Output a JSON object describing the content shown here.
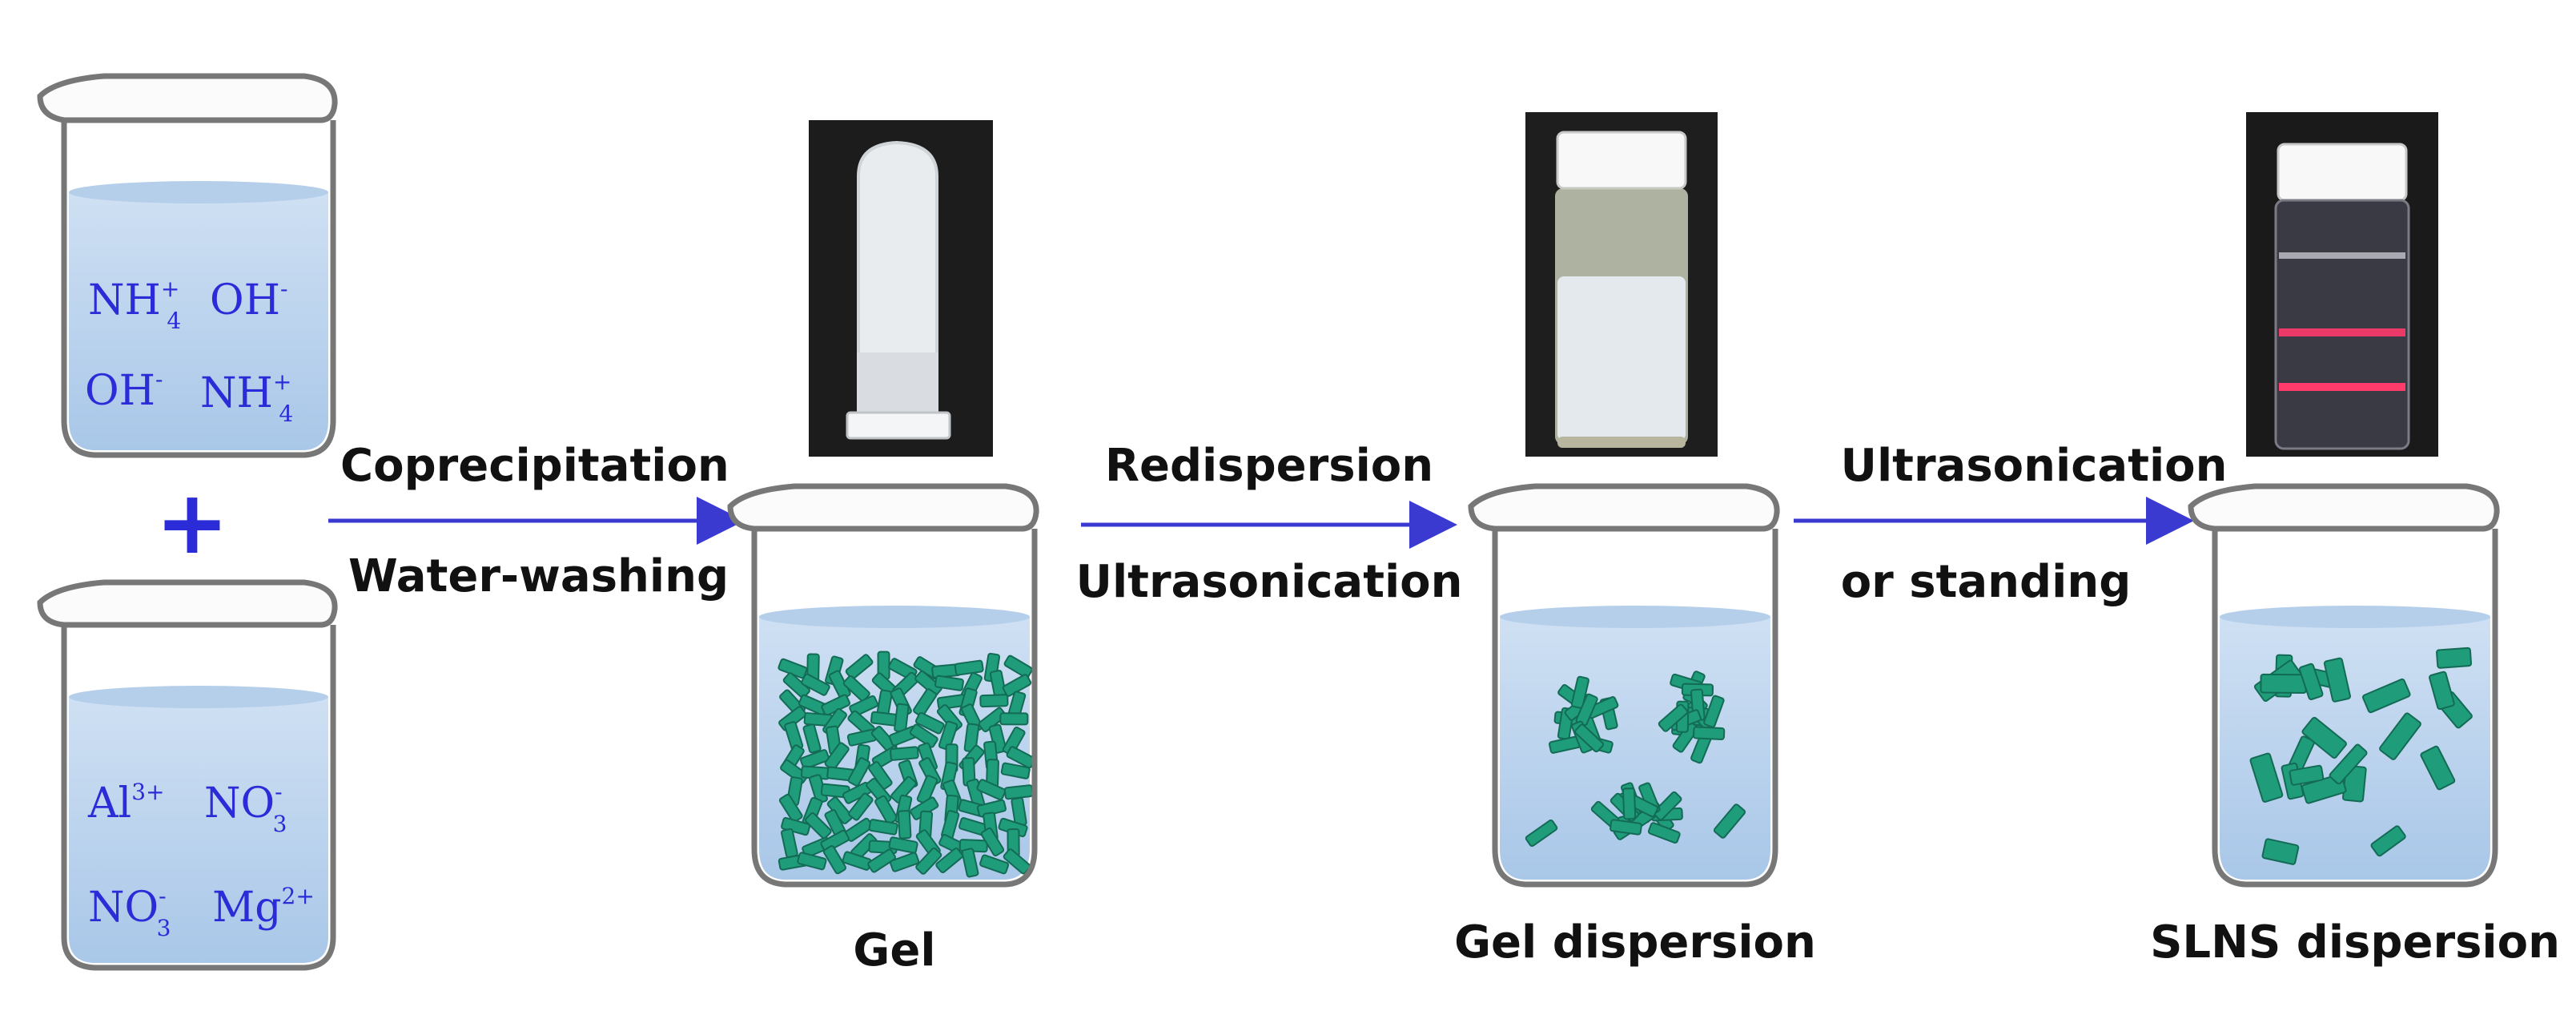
{
  "ions_top": {
    "a": "NH",
    "a_sup": "+",
    "a_sub": "4",
    "b": "OH",
    "b_sup": "-",
    "c": "OH",
    "c_sup": "-",
    "d": "NH",
    "d_sup": "+",
    "d_sub": "4"
  },
  "ions_bottom": {
    "a": "Al",
    "a_sup": "3+",
    "b": "NO",
    "b_sup": "-",
    "b_sub": "3",
    "c": "NO",
    "c_sup": "-",
    "c_sub": "3",
    "d": "Mg",
    "d_sup": "2+"
  },
  "plus_symbol": "+",
  "steps": [
    {
      "line1": "Coprecipitation",
      "line2": "Water-washing"
    },
    {
      "line1": "Redispersion",
      "line2": "Ultrasonication"
    },
    {
      "line1": "Ultrasonication",
      "line2": "or standing"
    }
  ],
  "captions": {
    "gel": "Gel",
    "gel_dispersion": "Gel dispersion",
    "slns_dispersion": "SLNS dispersion"
  },
  "colors": {
    "liquid": "#b9d3ee",
    "particle": "#1f9c7a",
    "arrow": "#3a3ad0",
    "ion_text": "#2b2bd8",
    "laser": "#ff3b6b"
  }
}
